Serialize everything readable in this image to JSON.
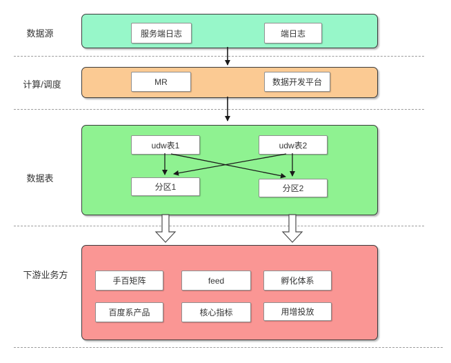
{
  "colors": {
    "source_band": "#97F7C9",
    "compute_band": "#FBCA93",
    "table_band": "#8FF291",
    "downstream_band": "#FA9694",
    "dashed_line": "#9a9a9a",
    "arrow": "#1a1a1a",
    "node_bg": "#ffffff"
  },
  "rows": [
    {
      "label": "数据源",
      "items": [
        "服务端日志",
        "端日志"
      ]
    },
    {
      "label": "计算/调度",
      "items": [
        "MR",
        "数据开发平台"
      ]
    },
    {
      "label": "数据表",
      "items": [
        "udw表1",
        "udw表2",
        "分区1",
        "分区2"
      ]
    },
    {
      "label": "下游业务方",
      "items": [
        "手百矩阵",
        "feed",
        "孵化体系",
        "百度系产品",
        "核心指标",
        "用增投放"
      ]
    }
  ],
  "edges": [
    {
      "from": "数据源",
      "to": "计算/调度",
      "style": "solid-arrow"
    },
    {
      "from": "计算/调度",
      "to": "数据表",
      "style": "solid-arrow"
    },
    {
      "from": "udw表1",
      "to": "分区1",
      "style": "solid-arrow"
    },
    {
      "from": "udw表1",
      "to": "分区2",
      "style": "solid-arrow"
    },
    {
      "from": "udw表2",
      "to": "分区1",
      "style": "solid-arrow"
    },
    {
      "from": "udw表2",
      "to": "分区2",
      "style": "solid-arrow"
    },
    {
      "from": "数据表",
      "to": "下游业务方",
      "style": "hollow-block-arrow"
    },
    {
      "from": "数据表",
      "to": "下游业务方",
      "style": "hollow-block-arrow"
    }
  ]
}
